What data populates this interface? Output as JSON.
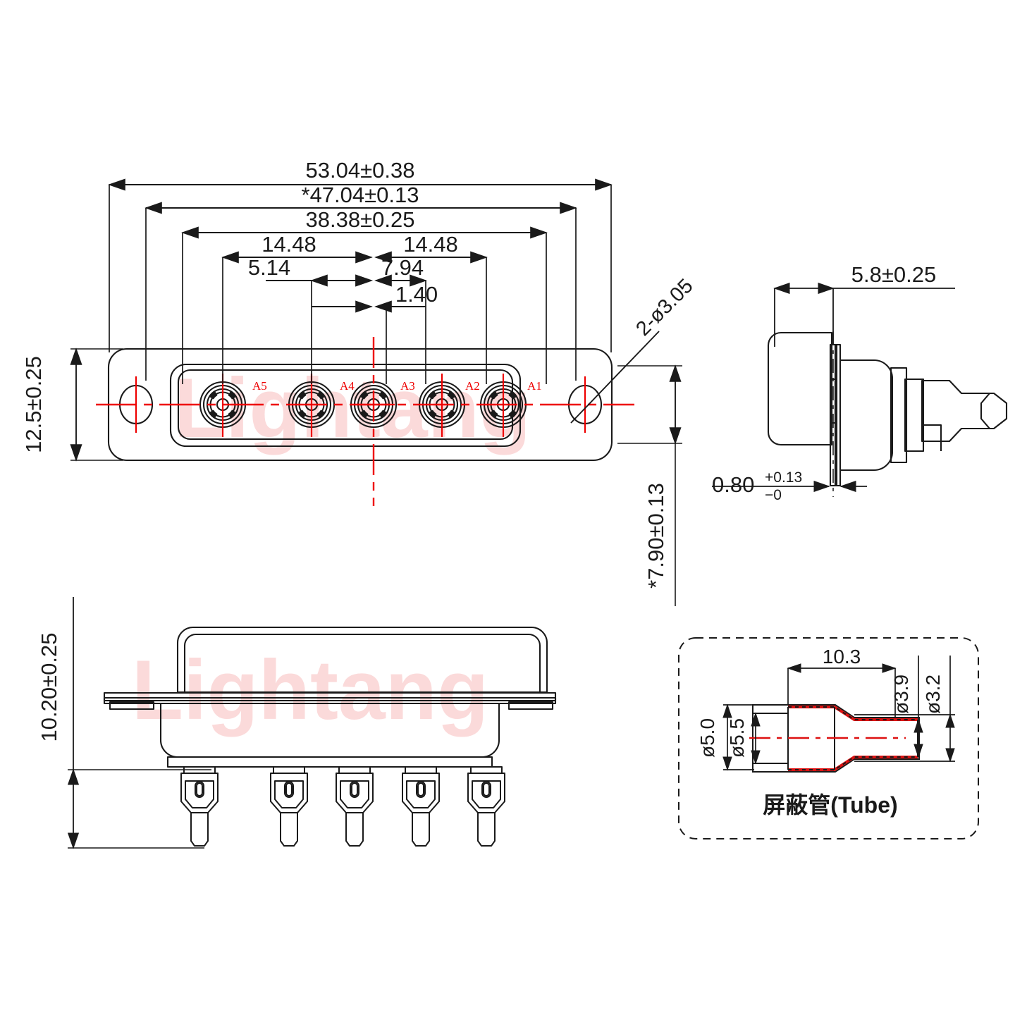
{
  "document": {
    "kind": "engineering-drawing",
    "subject": "D-SUB coaxial connector, 5 contacts (5W5 style)",
    "watermark_text": "Lightang",
    "watermark_color": "#fbd9d9",
    "line_color": "#1a1a1a",
    "center_line_color": "#ee0000",
    "label_color": "#ee0000"
  },
  "views": {
    "front": {
      "name": "front-view",
      "dimensions": {
        "overall_width": "53.04±0.38",
        "mount_hole_span": "*47.04±0.13",
        "contact_span": "38.38±0.25",
        "half_span_left": "14.48",
        "half_span_right": "14.48",
        "offset_5_14": "5.14",
        "offset_7_94": "7.94",
        "offset_1_40": "1.40",
        "body_height": "12.5±0.25",
        "flange_height": "*7.90±0.13",
        "hole_callout": "2-ø3.05"
      },
      "contacts": [
        {
          "id": "A5",
          "label": "A5"
        },
        {
          "id": "A4",
          "label": "A4"
        },
        {
          "id": "A3",
          "label": "A3"
        },
        {
          "id": "A2",
          "label": "A2"
        },
        {
          "id": "A1",
          "label": "A1"
        }
      ]
    },
    "side": {
      "name": "side-view",
      "dimensions": {
        "body_depth": "5.8±0.25",
        "flange_thickness": "0.80",
        "flange_tol_upper": "+0.13",
        "flange_tol_lower": "−0"
      }
    },
    "bottom": {
      "name": "bottom-side-view",
      "dimensions": {
        "total_height": "10.20±0.25"
      },
      "pin_count": 5
    },
    "tube": {
      "name": "shield-tube-detail",
      "caption": "屏蔽管(Tube)",
      "dimensions": {
        "length": "10.3",
        "outer_dia_large": "ø5.0",
        "inner_dia_large": "ø5.5",
        "outer_dia_small": "ø3.9",
        "inner_dia_small": "ø3.2"
      }
    }
  }
}
